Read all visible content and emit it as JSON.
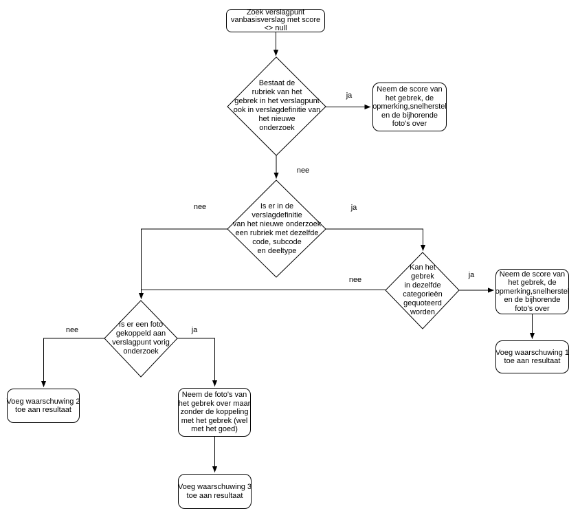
{
  "diagram": {
    "background": "#ffffff",
    "stroke_color": "#000000",
    "nodes": {
      "start": "Zoek verslagpunt\nvanbasisverslag met score\n<> null",
      "decision_rubriek": "Bestaat de\nrubriek van het\ngebrek in het verslagpunt\nook in verslagdefinitie van\nhet nieuwe\nonderzoek",
      "score_over_1": "Neem de score van\nhet gebrek, de\nopmerking,snelherstel\nen de bijhorende\nfoto's over",
      "decision_code": "Is er in de\nverslagdefinitie\nvan het nieuwe onderzoek\neen rubriek met dezelfde\ncode, subcode\nen deeltype",
      "decision_categorie": "Kan het\ngebrek\nin dezelfde\ncategorieën\ngequoteerd\nworden",
      "score_over_2": "Neem de score van\nhet gebrek, de\nopmerking,snelherstel\nen de bijhorende\nfoto's over",
      "warning_1": "Voeg waarschuwing 1\ntoe aan resultaat",
      "decision_foto": "Is er een foto\ngekoppeld aan\nverslagpunt vorig\nonderzoek",
      "warning_2": "Voeg waarschuwing 2\ntoe aan resultaat",
      "foto_over": "Neem de foto's van\nhet gebrek over maar\nzonder de koppeling\nmet het gebrek (wel\nmet het goed)",
      "warning_3": "Voeg waarschuwing 3\ntoe aan resultaat"
    },
    "edge_labels": {
      "rubriek_ja": "ja",
      "rubriek_nee": "nee",
      "code_nee": "nee",
      "code_ja": "ja",
      "categorie_nee": "nee",
      "categorie_ja": "ja",
      "foto_nee": "nee",
      "foto_ja": "ja"
    }
  }
}
